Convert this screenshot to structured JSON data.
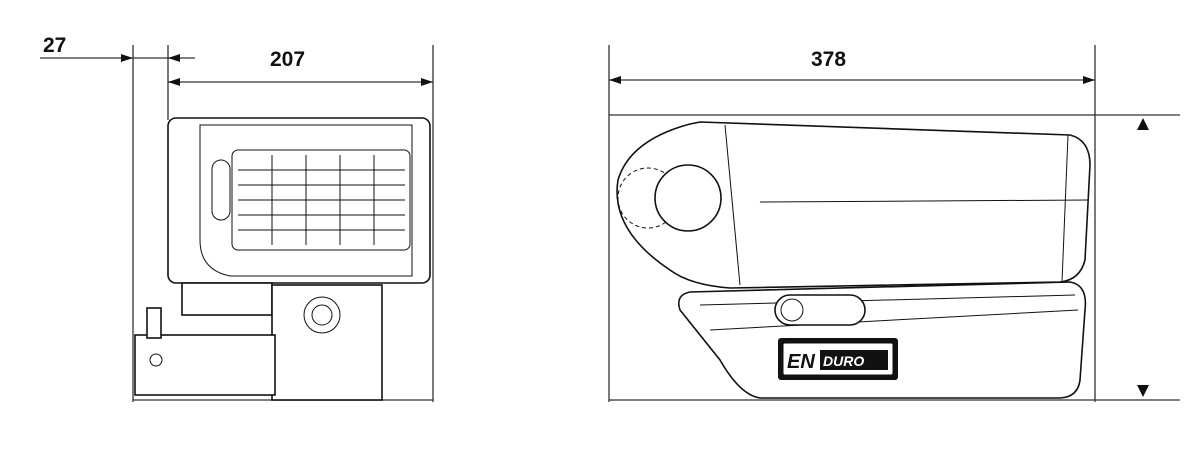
{
  "dimensions": {
    "offset": "27",
    "width": "207",
    "length": "378"
  },
  "logo_text": "ENDURO",
  "colors": {
    "line": "#111111",
    "background": "#ffffff"
  }
}
